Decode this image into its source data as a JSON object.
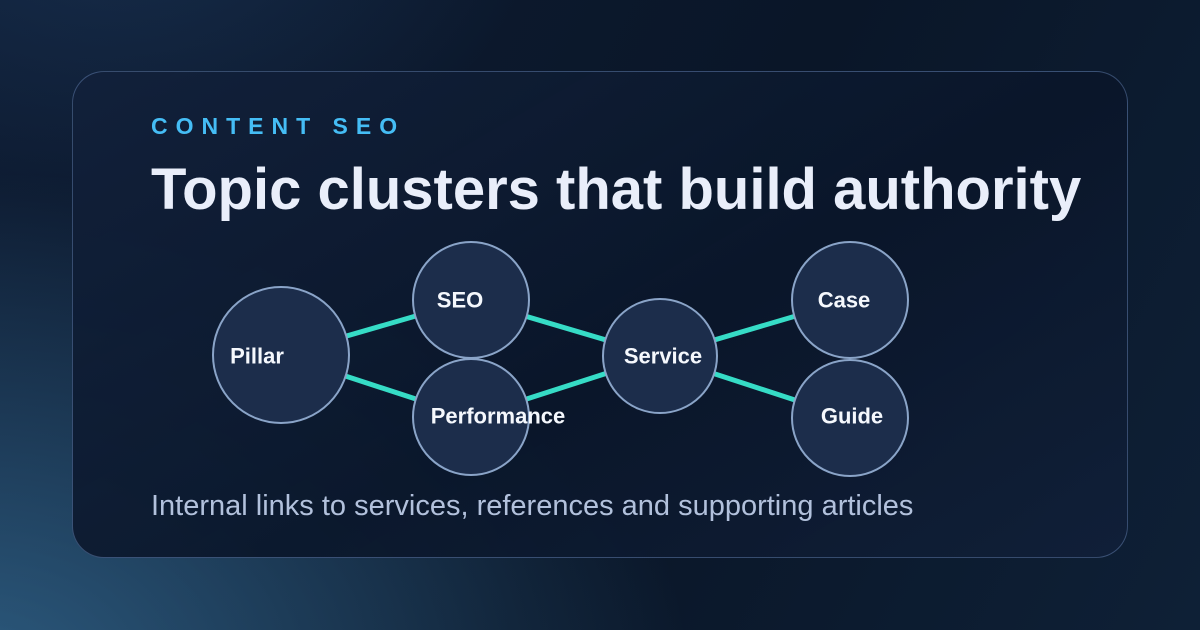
{
  "card": {
    "eyebrow": "CONTENT SEO",
    "title": "Topic clusters that build authority",
    "subtitle": "Internal links to services, references and supporting articles"
  },
  "diagram": {
    "type": "topic-cluster-graph",
    "nodes": [
      {
        "id": "pillar",
        "label": "Pillar",
        "role": "pillar-page"
      },
      {
        "id": "seo",
        "label": "SEO",
        "role": "cluster-topic"
      },
      {
        "id": "performance",
        "label": "Performance",
        "role": "cluster-topic"
      },
      {
        "id": "service",
        "label": "Service",
        "role": "hub"
      },
      {
        "id": "case",
        "label": "Case",
        "role": "supporting-article"
      },
      {
        "id": "guide",
        "label": "Guide",
        "role": "supporting-article"
      }
    ],
    "edges": [
      {
        "from": "pillar",
        "to": "seo"
      },
      {
        "from": "pillar",
        "to": "performance"
      },
      {
        "from": "seo",
        "to": "service"
      },
      {
        "from": "performance",
        "to": "service"
      },
      {
        "from": "service",
        "to": "case"
      },
      {
        "from": "service",
        "to": "guide"
      }
    ]
  },
  "colors": {
    "background_base": "#0a1628",
    "background_glow": "#2a5a7a",
    "card_background": "#0e1f3a",
    "card_border": "#5f7ca8",
    "eyebrow_text": "#45bdf5",
    "heading_text": "#e9eefa",
    "subtitle_text": "#b2c1dc",
    "node_fill": "#1c2d4b",
    "node_stroke": "#8aa4c8",
    "node_label_text": "#f5f8fd",
    "edge_line": "#36dcc6"
  }
}
